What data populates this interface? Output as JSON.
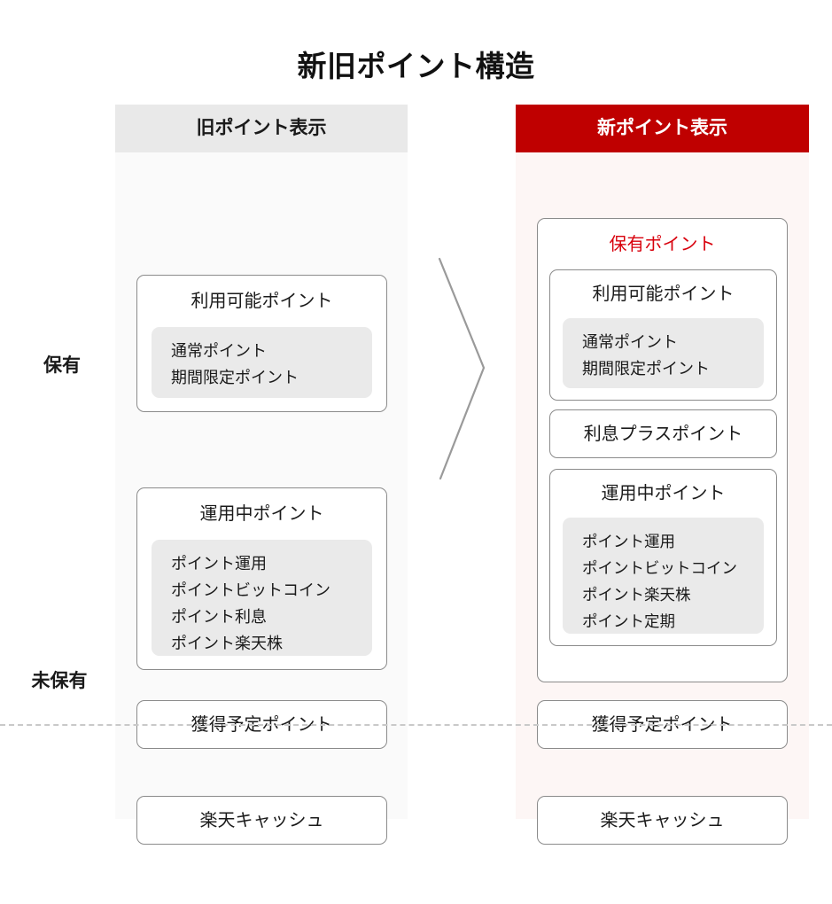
{
  "title": "新旧ポイント構造",
  "row_labels": {
    "held": "保有",
    "unheld": "未保有"
  },
  "colors": {
    "new_header_bg": "#bf0000",
    "old_header_bg": "#e9e9e9",
    "new_body_bg": "#fdf6f5",
    "old_body_bg": "#fafafa",
    "accent_red_text": "#d8000c",
    "chip_bg": "#eaeaea",
    "card_border": "#8b8b8b",
    "divider": "#c9c9c9"
  },
  "columns": {
    "old": {
      "header": "旧ポイント表示",
      "available": {
        "title": "利用可能ポイント",
        "items": [
          "通常ポイント",
          "期間限定ポイント"
        ]
      },
      "managed": {
        "title": "運用中ポイント",
        "items": [
          "ポイント運用",
          "ポイントビットコイン",
          "ポイント利息",
          "ポイント楽天株"
        ]
      },
      "expected": {
        "title": "獲得予定ポイント"
      },
      "cash": {
        "title": "楽天キャッシュ"
      }
    },
    "new": {
      "header": "新ポイント表示",
      "holding": {
        "title": "保有ポイント"
      },
      "available": {
        "title": "利用可能ポイント",
        "items": [
          "通常ポイント",
          "期間限定ポイント"
        ]
      },
      "interest": {
        "title": "利息プラスポイント"
      },
      "managed": {
        "title": "運用中ポイント",
        "items": [
          "ポイント運用",
          "ポイントビットコイン",
          "ポイント楽天株",
          "ポイント定期"
        ]
      },
      "expected": {
        "title": "獲得予定ポイント"
      },
      "cash": {
        "title": "楽天キャッシュ"
      }
    }
  }
}
